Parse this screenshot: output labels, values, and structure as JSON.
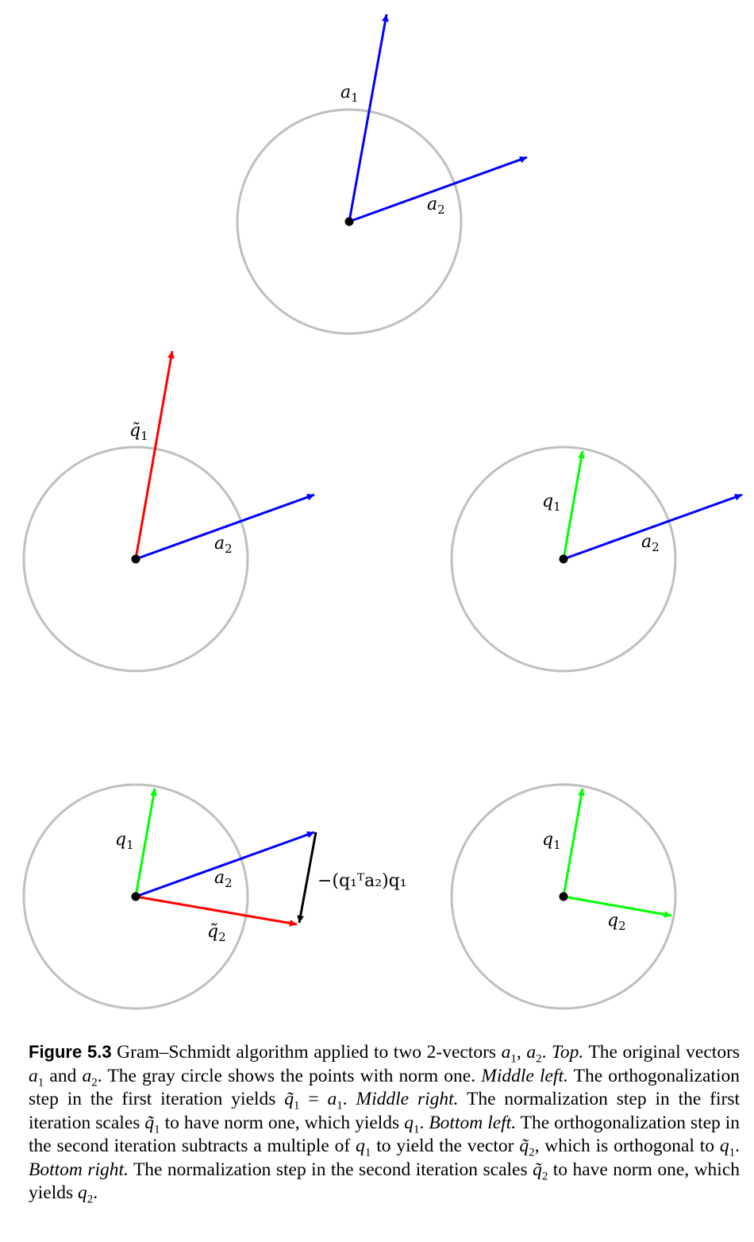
{
  "colors": {
    "a_vectors": "#0000ff",
    "q_tilde_vectors": "#ff0000",
    "q_vectors": "#00ff00",
    "projection": "#000000",
    "circle": "#bfbfbf"
  },
  "panels": {
    "top": {
      "a1": {
        "sym": "a",
        "sub": "1"
      },
      "a2": {
        "sym": "a",
        "sub": "2"
      }
    },
    "middle_left": {
      "qt1": {
        "sym": "q̃",
        "sub": "1"
      },
      "a2": {
        "sym": "a",
        "sub": "2"
      }
    },
    "middle_right": {
      "q1": {
        "sym": "q",
        "sub": "1"
      },
      "a2": {
        "sym": "a",
        "sub": "2"
      }
    },
    "bottom_left": {
      "q1": {
        "sym": "q",
        "sub": "1"
      },
      "a2": {
        "sym": "a",
        "sub": "2"
      },
      "qt2": {
        "sym": "q̃",
        "sub": "2"
      },
      "projection_label": "−(q₁ᵀa₂)q₁"
    },
    "bottom_right": {
      "q1": {
        "sym": "q",
        "sub": "1"
      },
      "q2": {
        "sym": "q",
        "sub": "2"
      }
    }
  },
  "caption": {
    "figure_number": "Figure 5.3",
    "p1": "Gram–Schmidt algorithm applied to two 2-vectors",
    "v_a": "a",
    "sub1": "1",
    "sub2": "2",
    "comma": ",",
    "period": ".",
    "top": "Top.",
    "p2": "The original vectors",
    "and": "and",
    "p3": "The gray circle shows the points with norm one.",
    "middle_left": "Middle left.",
    "p4": "The orthogonalization step in the first iteration yields",
    "v_qt": "q̃",
    "eq": "=",
    "middle_right": "Middle right.",
    "p5": "The normalization step in the first iteration scales",
    "p6": "to have norm one, which yields",
    "v_q": "q",
    "bottom_left": "Bottom left.",
    "p7": "The orthogonalization step in the second iteration subtracts a multiple of",
    "p8": "to yield the vector",
    "p9": ", which is orthogonal to",
    "bottom_right": "Bottom right.",
    "p10": "The normalization step in the second iteration scales",
    "p11": "to have norm one, which yields"
  }
}
